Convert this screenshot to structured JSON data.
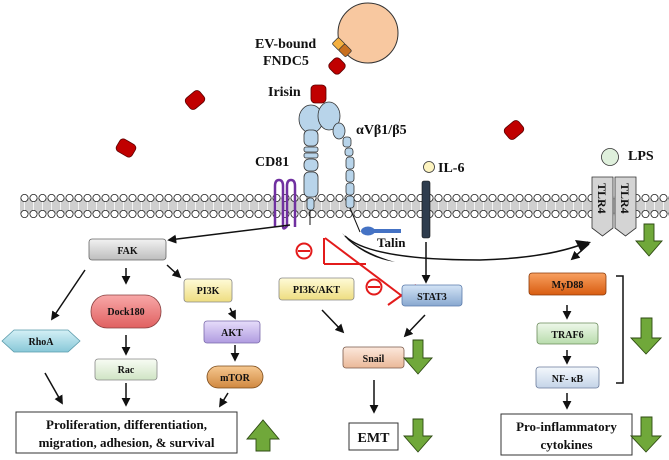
{
  "labels": {
    "ev_bound": "EV-bound",
    "fndc5": "FNDC5",
    "irisin": "Irisin",
    "integrin": "αVβ1/β5",
    "cd81": "CD81",
    "il6": "IL-6",
    "lps": "LPS",
    "talin": "Talin",
    "tlr4_a": "TLR4",
    "tlr4_b": "TLR4"
  },
  "nodes": {
    "fak": "FAK",
    "dock180": "Dock180",
    "pi3k": "PI3K",
    "rhoa": "RhoA",
    "akt": "AKT",
    "rac": "Rac",
    "mtor": "mTOR",
    "pi3k_akt": "PI3K/AKT",
    "stat3": "STAT3",
    "snail": "Snail",
    "emt": "EMT",
    "myd88": "MyD88",
    "traf6": "TRAF6",
    "nfkb": "NF- κB"
  },
  "outcomes": {
    "proliferation_line1": "Proliferation, differentiation,",
    "proliferation_line2": "migration, adhesion, & survival",
    "cytokines_line1": "Pro-inflammatory",
    "cytokines_line2": "cytokines"
  },
  "inhibition_symbol": "⊖",
  "colors": {
    "irisin": "#c00000",
    "ev": "#f8c8a0",
    "integrin": "#b8d4ea",
    "cd81": "#7030a0",
    "inhibit": "#e31b1b",
    "up_down_arrow": "#70a83a",
    "fak": "#d9d9d9",
    "dock180": "#f07878",
    "pi3k": "#fbf0a0",
    "rhoa": "#a8dde8",
    "akt": "#c8b4ec",
    "rac": "#e8f4e0",
    "mtor": "#e8a860",
    "pi3k_akt": "#fbf0a0",
    "stat3": "#a8c4e4",
    "snail": "#f8d0b8",
    "myd88": "#f07828",
    "traf6": "#d0eac8",
    "nfkb": "#dfe8f4",
    "lps": "#dff0dc",
    "il6": "#fdf4c0",
    "tlr4": "#d4d4d4",
    "il6r": "#2f3d4e"
  },
  "regulation": {
    "proliferation": "up",
    "snail": "down",
    "emt": "down",
    "tlr4": "down",
    "myd88_pathway": "down",
    "cytokines": "down"
  }
}
